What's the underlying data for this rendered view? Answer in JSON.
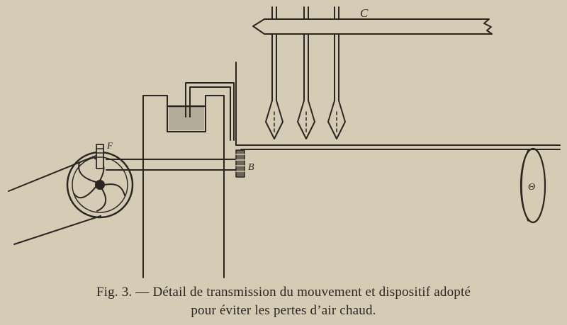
{
  "figure": {
    "caption_line1": "Fig. 3. — Détail de transmission du mouvement et dispositif adopté",
    "caption_line2": "pour éviter les pertes d’air chaud.",
    "labels": {
      "c": "C",
      "f": "F",
      "b": "B",
      "theta": "Θ"
    }
  },
  "colors": {
    "paper": "#d6cbb5",
    "ink": "#2a2622"
  }
}
